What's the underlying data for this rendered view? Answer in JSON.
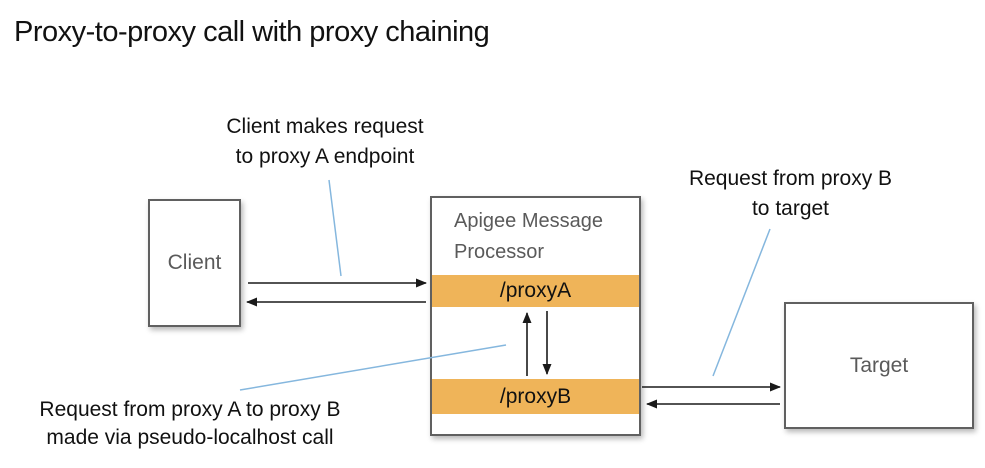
{
  "title": "Proxy-to-proxy call with proxy chaining",
  "theme": {
    "accent-orange": "#EFB459",
    "leader-blue": "#85B7DE",
    "border-gray": "#606060",
    "box-text-gray": "#5A5A5A",
    "arrow-black": "#1A1A1A"
  },
  "annotations": {
    "client_request": {
      "line1": "Client makes request",
      "line2": "to proxy A endpoint"
    },
    "proxyb_to_target": {
      "line1": "Request from proxy B",
      "line2": "to target"
    },
    "proxya_to_proxyb": {
      "line1": "Request from proxy A to proxy B",
      "line2": "made via pseudo-localhost call"
    }
  },
  "nodes": {
    "client": {
      "label": "Client"
    },
    "apigee": {
      "title": "Apigee Message Processor",
      "proxy_a": "/proxyA",
      "proxy_b": "/proxyB"
    },
    "target": {
      "label": "Target"
    }
  }
}
